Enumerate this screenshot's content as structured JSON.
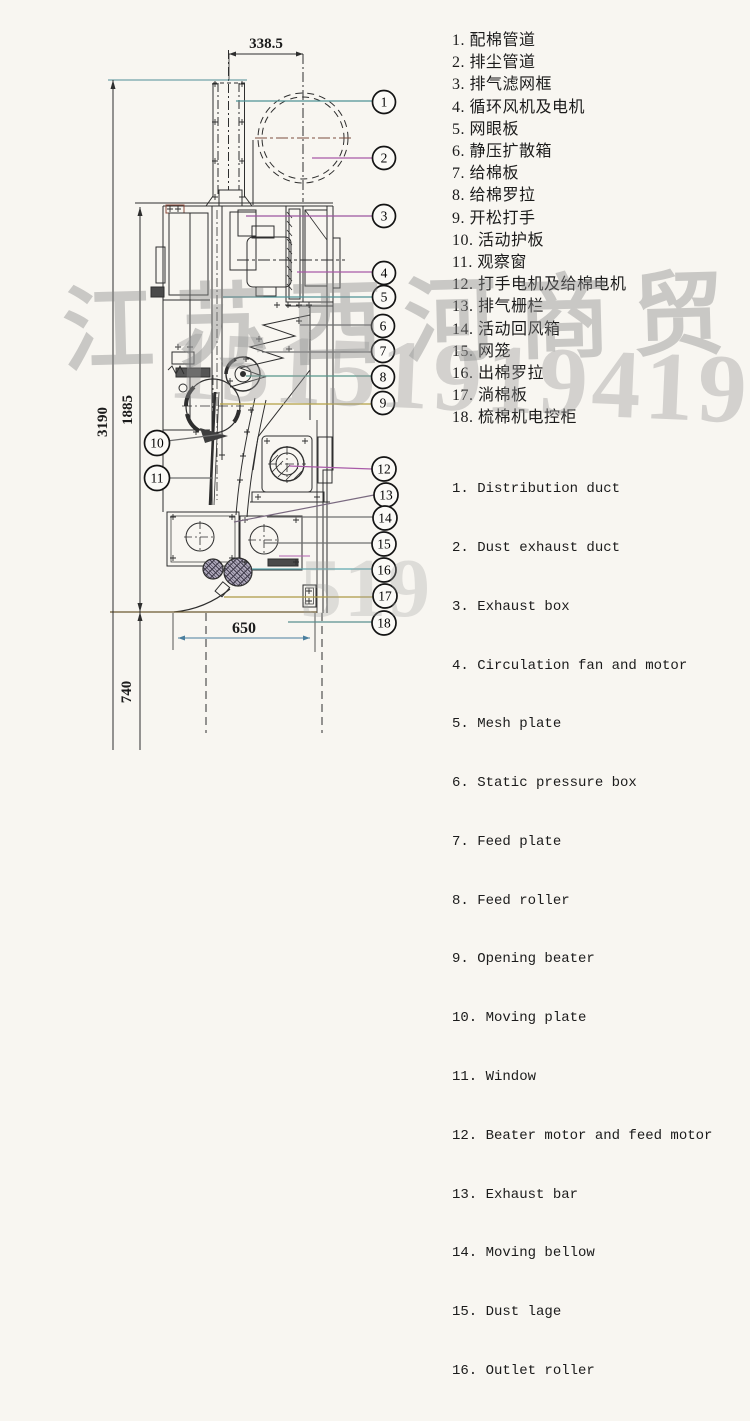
{
  "watermark": {
    "company": "江苏西河商贸",
    "phone": "15151919419",
    "phone_fragment": "519"
  },
  "diagram": {
    "dimensions": {
      "top_offset": "338.5",
      "overall_height": "3190",
      "body_height": "1885",
      "base_width": "650",
      "foundation_depth": "740"
    },
    "callout_numbers": [
      "1",
      "2",
      "3",
      "4",
      "5",
      "6",
      "7",
      "8",
      "9",
      "10",
      "11",
      "12",
      "13",
      "14",
      "15",
      "16",
      "17",
      "18"
    ]
  },
  "parts_list_cn": {
    "items": [
      "1. 配棉管道",
      "2. 排尘管道",
      "3. 排气滤网框",
      "4. 循环风机及电机",
      "5. 网眼板",
      "6. 静压扩散箱",
      "7. 给棉板",
      "8. 给棉罗拉",
      "9. 开松打手",
      "10. 活动护板",
      "11. 观察窗",
      "12. 打手电机及给棉电机",
      "13. 排气栅栏",
      "14. 活动回风箱",
      "15. 网笼",
      "16. 出棉罗拉",
      "17. 淌棉板",
      "18. 梳棉机电控柜"
    ]
  },
  "parts_list_en": {
    "items": [
      "1. Distribution duct",
      "2. Dust exhaust duct",
      "3. Exhaust box",
      "4. Circulation fan and motor",
      "5. Mesh plate",
      "6. Static pressure box",
      "7. Feed plate",
      "8. Feed roller",
      "9. Opening beater",
      "10. Moving plate",
      "11. Window",
      "12. Beater motor and feed motor",
      "13. Exhaust bar",
      "14. Moving bellow",
      "15. Dust lage",
      "16. Outlet roller"
    ]
  },
  "colors": {
    "paper": "#f8f6f1",
    "line": "#2e2e2e",
    "leader_teal": "#4f9296",
    "leader_magenta": "#a85aa8",
    "leader_gray": "#6f6f6f",
    "leader_olive": "#b3a143",
    "leader_brown": "#a2854a",
    "dim_blue": "#4a7f9e",
    "watermark_gray": "#8f8f8f"
  }
}
